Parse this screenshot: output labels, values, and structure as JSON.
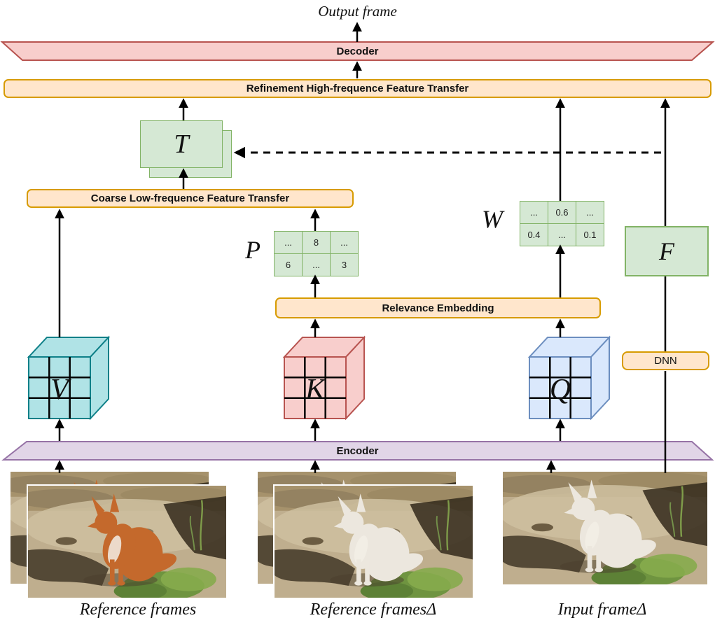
{
  "top": {
    "output_label": "Output frame"
  },
  "bars": {
    "decoder": "Decoder",
    "refinement": "Refinement High-frequence Feature Transfer",
    "coarse": "Coarse Low-frequence Feature Transfer",
    "relevance": "Relevance Embedding",
    "encoder": "Encoder",
    "dnn": "DNN"
  },
  "blocks": {
    "t": "T",
    "p": "P",
    "w": "W",
    "f": "F",
    "v": "V",
    "k": "K",
    "q": "Q"
  },
  "tables": {
    "p": {
      "rows": [
        [
          "...",
          "8",
          "..."
        ],
        [
          "6",
          "...",
          "3"
        ]
      ]
    },
    "w": {
      "rows": [
        [
          "...",
          "0.6",
          "..."
        ],
        [
          "0.4",
          "...",
          "0.1"
        ]
      ]
    }
  },
  "captions": {
    "reference_frames": "Reference frames",
    "reference_frames_delta": "Reference framesΔ",
    "input_frame_delta": "Input frameΔ"
  },
  "colors": {
    "red_fill": "#f8cecc",
    "red_stroke": "#b85450",
    "orange_fill": "#ffe6cc",
    "orange_stroke": "#d79b00",
    "green_fill": "#d5e8d4",
    "green_stroke": "#82b366",
    "purple_fill": "#e1d5e7",
    "purple_stroke": "#9673a6",
    "blue_fill": "#dae8fc",
    "blue_stroke": "#6c8ebf",
    "teal_fill": "#b0e3e6",
    "teal_stroke": "#0e8088"
  }
}
